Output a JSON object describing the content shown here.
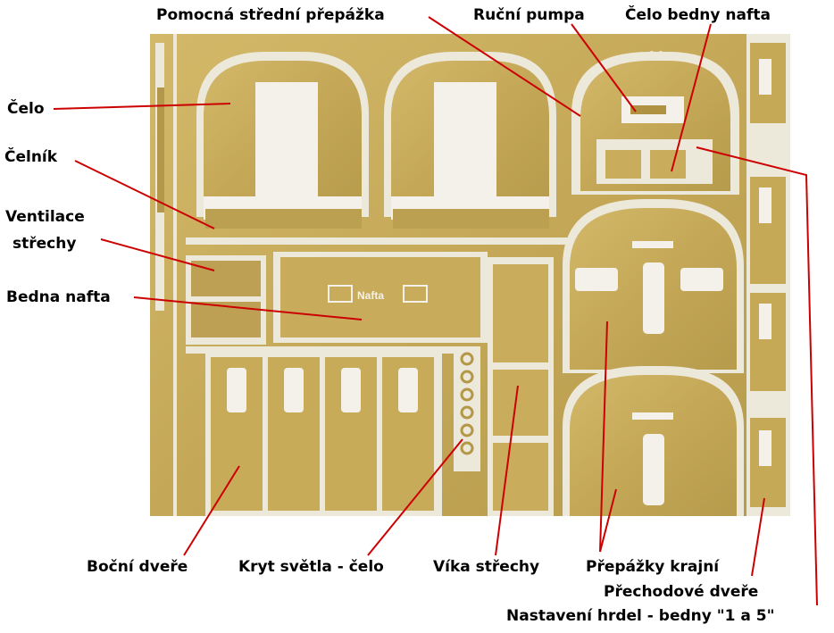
{
  "labels": {
    "pomocna_stredni_prepazka": "Pomocná střední přepážka",
    "rucni_pumpa": "Ruční pumpa",
    "celo_bedny_nafta": "Čelo bedny nafta",
    "celo": "Čelo",
    "celnik": "Čelník",
    "ventilace_line1": "Ventilace",
    "ventilace_line2": "střechy",
    "bedna_nafta": "Bedna nafta",
    "bocni_dvere": "Boční dveře",
    "kryt_svetla": "Kryt světla - čelo",
    "vika_strechy": "Víka střechy",
    "prepazky_krajni": "Přepážky krajní",
    "prechodove_dvere": "Přechodové dveře",
    "nastaveni_hrdel": "Nastavení hrdel - bedny \"1 a 5\""
  },
  "photo": {
    "engraved_text": "Nafta"
  },
  "colors": {
    "brass": "#c8ad5e",
    "brass_dark": "#a88f45",
    "gap": "#f1efe8",
    "leader": "#cc0000"
  }
}
